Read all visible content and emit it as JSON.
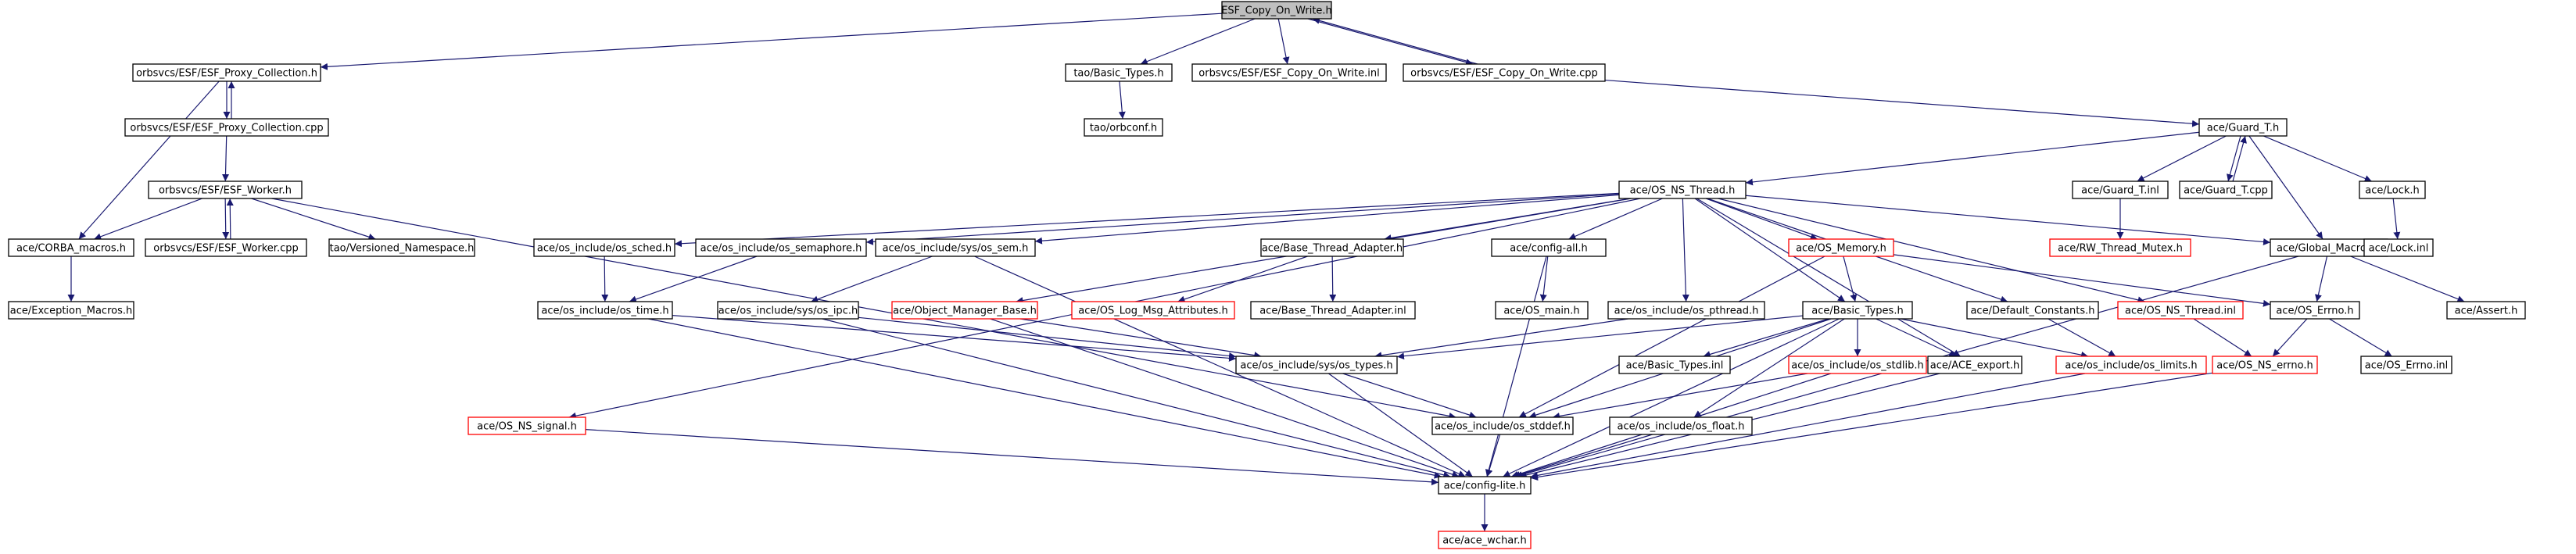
{
  "graph": {
    "root": "ESF_Copy_On_Write.h",
    "colors": {
      "edge": "#191970",
      "node_border": "#000000",
      "missing_border": "#ff0000",
      "root_fill": "#bfbfbf"
    },
    "nodes": [
      {
        "id": "root",
        "label": "ESF_Copy_On_Write.h",
        "kind": "root"
      },
      {
        "id": "proxy_h",
        "label": "orbsvcs/ESF/ESF_Proxy_Collection.h"
      },
      {
        "id": "basic_types_tao",
        "label": "tao/Basic_Types.h"
      },
      {
        "id": "cow_inl",
        "label": "orbsvcs/ESF/ESF_Copy_On_Write.inl"
      },
      {
        "id": "cow_cpp",
        "label": "orbsvcs/ESF/ESF_Copy_On_Write.cpp"
      },
      {
        "id": "proxy_cpp",
        "label": "orbsvcs/ESF/ESF_Proxy_Collection.cpp"
      },
      {
        "id": "orbconf",
        "label": "tao/orbconf.h"
      },
      {
        "id": "guard_h",
        "label": "ace/Guard_T.h"
      },
      {
        "id": "worker_h",
        "label": "orbsvcs/ESF/ESF_Worker.h"
      },
      {
        "id": "os_ns_thread",
        "label": "ace/OS_NS_Thread.h"
      },
      {
        "id": "guard_inl",
        "label": "ace/Guard_T.inl"
      },
      {
        "id": "guard_cpp",
        "label": "ace/Guard_T.cpp"
      },
      {
        "id": "lock_h",
        "label": "ace/Lock.h"
      },
      {
        "id": "corba_macros",
        "label": "ace/CORBA_macros.h"
      },
      {
        "id": "worker_cpp",
        "label": "orbsvcs/ESF/ESF_Worker.cpp"
      },
      {
        "id": "versioned_ns",
        "label": "tao/Versioned_Namespace.h"
      },
      {
        "id": "os_sched",
        "label": "ace/os_include/os_sched.h"
      },
      {
        "id": "os_semaphore",
        "label": "ace/os_include/os_semaphore.h"
      },
      {
        "id": "os_sem",
        "label": "ace/os_include/sys/os_sem.h"
      },
      {
        "id": "base_thread_adapter",
        "label": "ace/Base_Thread_Adapter.h"
      },
      {
        "id": "config_all",
        "label": "ace/config-all.h"
      },
      {
        "id": "os_memory",
        "label": "ace/OS_Memory.h",
        "kind": "missing"
      },
      {
        "id": "rw_thread_mutex",
        "label": "ace/RW_Thread_Mutex.h",
        "kind": "missing"
      },
      {
        "id": "global_macros",
        "label": "ace/Global_Macros.h"
      },
      {
        "id": "lock_inl",
        "label": "ace/Lock.inl"
      },
      {
        "id": "exception_macros",
        "label": "ace/Exception_Macros.h"
      },
      {
        "id": "os_time",
        "label": "ace/os_include/os_time.h"
      },
      {
        "id": "os_ipc",
        "label": "ace/os_include/sys/os_ipc.h"
      },
      {
        "id": "object_manager_base",
        "label": "ace/Object_Manager_Base.h",
        "kind": "missing"
      },
      {
        "id": "os_log_msg_attributes",
        "label": "ace/OS_Log_Msg_Attributes.h",
        "kind": "missing"
      },
      {
        "id": "base_thread_adapter_inl",
        "label": "ace/Base_Thread_Adapter.inl"
      },
      {
        "id": "os_main",
        "label": "ace/OS_main.h"
      },
      {
        "id": "os_pthread",
        "label": "ace/os_include/os_pthread.h"
      },
      {
        "id": "basic_types_ace",
        "label": "ace/Basic_Types.h"
      },
      {
        "id": "default_constants",
        "label": "ace/Default_Constants.h"
      },
      {
        "id": "os_ns_thread_inl",
        "label": "ace/OS_NS_Thread.inl",
        "kind": "missing"
      },
      {
        "id": "os_errno",
        "label": "ace/OS_Errno.h"
      },
      {
        "id": "assert_h",
        "label": "ace/Assert.h"
      },
      {
        "id": "os_types",
        "label": "ace/os_include/sys/os_types.h"
      },
      {
        "id": "basic_types_inl",
        "label": "ace/Basic_Types.inl"
      },
      {
        "id": "os_stdlib",
        "label": "ace/os_include/os_stdlib.h",
        "kind": "missing"
      },
      {
        "id": "ace_export",
        "label": "ace/ACE_export.h"
      },
      {
        "id": "os_limits",
        "label": "ace/os_include/os_limits.h",
        "kind": "missing"
      },
      {
        "id": "os_ns_errno",
        "label": "ace/OS_NS_errno.h",
        "kind": "missing"
      },
      {
        "id": "os_errno_inl",
        "label": "ace/OS_Errno.inl"
      },
      {
        "id": "os_ns_signal",
        "label": "ace/OS_NS_signal.h",
        "kind": "missing"
      },
      {
        "id": "os_stddef",
        "label": "ace/os_include/os_stddef.h"
      },
      {
        "id": "os_float",
        "label": "ace/os_include/os_float.h"
      },
      {
        "id": "config_lite",
        "label": "ace/config-lite.h"
      },
      {
        "id": "ace_wchar",
        "label": "ace/ace_wchar.h",
        "kind": "missing"
      }
    ],
    "edges": [
      [
        "root",
        "proxy_h"
      ],
      [
        "root",
        "basic_types_tao"
      ],
      [
        "root",
        "cow_inl"
      ],
      [
        "root",
        "cow_cpp"
      ],
      [
        "cow_cpp",
        "root"
      ],
      [
        "proxy_h",
        "proxy_cpp"
      ],
      [
        "proxy_cpp",
        "proxy_h"
      ],
      [
        "proxy_h",
        "corba_macros"
      ],
      [
        "proxy_cpp",
        "worker_h"
      ],
      [
        "basic_types_tao",
        "orbconf"
      ],
      [
        "cow_cpp",
        "guard_h"
      ],
      [
        "worker_h",
        "corba_macros"
      ],
      [
        "worker_h",
        "worker_cpp"
      ],
      [
        "worker_cpp",
        "worker_h"
      ],
      [
        "worker_h",
        "versioned_ns"
      ],
      [
        "worker_h",
        "os_stddef"
      ],
      [
        "corba_macros",
        "exception_macros"
      ],
      [
        "guard_h",
        "os_ns_thread"
      ],
      [
        "guard_h",
        "guard_inl"
      ],
      [
        "guard_h",
        "guard_cpp"
      ],
      [
        "guard_cpp",
        "guard_h"
      ],
      [
        "guard_h",
        "lock_h"
      ],
      [
        "guard_h",
        "global_macros"
      ],
      [
        "guard_inl",
        "rw_thread_mutex"
      ],
      [
        "lock_h",
        "lock_inl"
      ],
      [
        "os_ns_thread",
        "os_sched"
      ],
      [
        "os_ns_thread",
        "os_semaphore"
      ],
      [
        "os_ns_thread",
        "os_sem"
      ],
      [
        "os_ns_thread",
        "object_manager_base"
      ],
      [
        "os_ns_thread",
        "base_thread_adapter"
      ],
      [
        "os_ns_thread",
        "config_all"
      ],
      [
        "os_ns_thread",
        "os_pthread"
      ],
      [
        "os_ns_thread",
        "os_memory"
      ],
      [
        "os_ns_thread",
        "basic_types_ace"
      ],
      [
        "os_ns_thread",
        "default_constants"
      ],
      [
        "os_ns_thread",
        "os_ns_thread_inl"
      ],
      [
        "os_ns_thread",
        "global_macros"
      ],
      [
        "os_ns_thread",
        "ace_export"
      ],
      [
        "os_ns_thread",
        "os_ns_signal"
      ],
      [
        "os_sched",
        "os_time"
      ],
      [
        "os_semaphore",
        "os_time"
      ],
      [
        "os_sem",
        "os_ipc"
      ],
      [
        "os_sem",
        "config_lite"
      ],
      [
        "os_time",
        "os_types"
      ],
      [
        "os_time",
        "config_lite"
      ],
      [
        "os_ipc",
        "os_types"
      ],
      [
        "os_ipc",
        "config_lite"
      ],
      [
        "object_manager_base",
        "os_types"
      ],
      [
        "object_manager_base",
        "config_lite"
      ],
      [
        "base_thread_adapter",
        "os_log_msg_attributes"
      ],
      [
        "base_thread_adapter",
        "base_thread_adapter_inl"
      ],
      [
        "config_all",
        "os_main"
      ],
      [
        "config_all",
        "config_lite"
      ],
      [
        "os_pthread",
        "os_types"
      ],
      [
        "os_memory",
        "basic_types_ace"
      ],
      [
        "os_memory",
        "os_errno"
      ],
      [
        "os_memory",
        "os_stddef"
      ],
      [
        "basic_types_ace",
        "basic_types_inl"
      ],
      [
        "basic_types_ace",
        "os_stdlib"
      ],
      [
        "basic_types_ace",
        "ace_export"
      ],
      [
        "basic_types_ace",
        "os_limits"
      ],
      [
        "basic_types_ace",
        "os_float"
      ],
      [
        "basic_types_ace",
        "os_stddef"
      ],
      [
        "basic_types_ace",
        "os_types"
      ],
      [
        "basic_types_ace",
        "config_lite"
      ],
      [
        "default_constants",
        "os_limits"
      ],
      [
        "os_ns_thread_inl",
        "os_ns_errno"
      ],
      [
        "global_macros",
        "os_errno"
      ],
      [
        "global_macros",
        "assert_h"
      ],
      [
        "global_macros",
        "config_lite"
      ],
      [
        "os_errno",
        "os_ns_errno"
      ],
      [
        "os_errno",
        "os_errno_inl"
      ],
      [
        "os_types",
        "os_stddef"
      ],
      [
        "os_types",
        "config_lite"
      ],
      [
        "os_stdlib",
        "os_stddef"
      ],
      [
        "os_stdlib",
        "config_lite"
      ],
      [
        "ace_export",
        "config_lite"
      ],
      [
        "os_limits",
        "config_lite"
      ],
      [
        "os_ns_errno",
        "config_lite"
      ],
      [
        "os_ns_signal",
        "config_lite"
      ],
      [
        "os_stddef",
        "config_lite"
      ],
      [
        "os_float",
        "config_lite"
      ],
      [
        "config_lite",
        "ace_wchar"
      ]
    ]
  }
}
